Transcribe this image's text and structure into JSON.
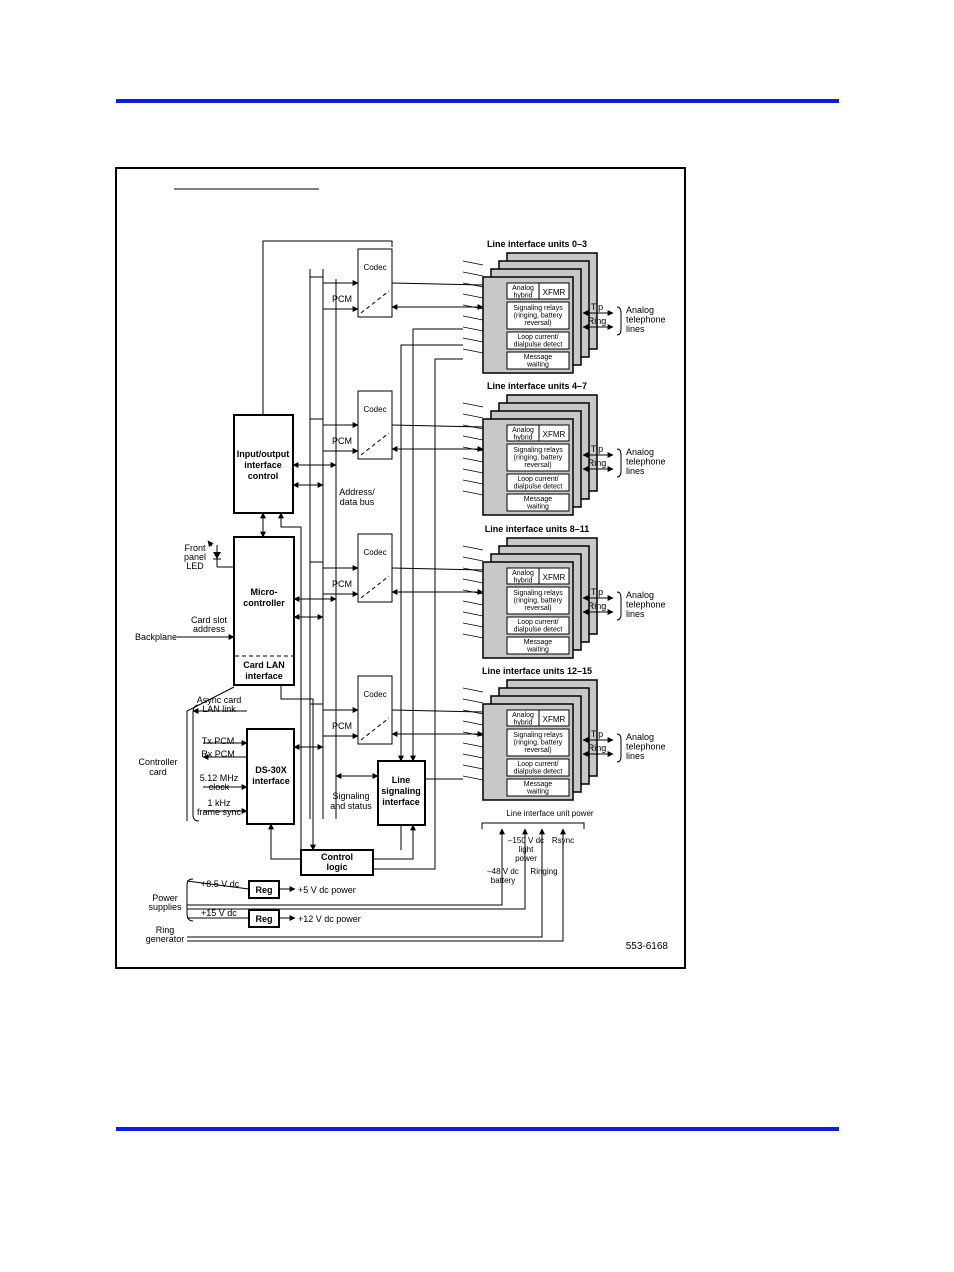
{
  "colors": {
    "rule": "#0a1ee6",
    "lineunit_shade": "#c8c8c8"
  },
  "diagram": {
    "figure_id": "553-6168",
    "line_units": {
      "groups": [
        "Line interface units 0–3",
        "Line interface units 4–7",
        "Line interface units 8–11",
        "Line interface units 12–15"
      ],
      "codec": "Codec",
      "pcm": "PCM",
      "analog": [
        "Analog",
        "hybrid"
      ],
      "xfmr": "XFMR",
      "relays": [
        "Signaling relays",
        "(ringing, battery",
        "reversal)"
      ],
      "loop": [
        "Loop current/",
        "dialpulse detect"
      ],
      "message": [
        "Message",
        "waiting"
      ],
      "tip": "Tip",
      "ring": "Ring",
      "analog_lines": [
        "Analog",
        "telephone",
        "lines"
      ]
    },
    "io_control": [
      "Input/output",
      "interface",
      "control"
    ],
    "address_bus": [
      "Address/",
      "data bus"
    ],
    "front_led": [
      "Front",
      "panel",
      "LED"
    ],
    "micro": [
      "Micro-",
      "controller"
    ],
    "card_lan": [
      "Card LAN",
      "interface"
    ],
    "card_slot": [
      "Card slot",
      "address"
    ],
    "backplane": "Backplane",
    "async_link": [
      "Async card",
      "LAN link"
    ],
    "controller_card": [
      "Controller",
      "card"
    ],
    "ds30x": [
      "DS-30X",
      "interface"
    ],
    "tx_pcm": "Tx PCM",
    "rx_pcm": "Rx PCM",
    "clock": [
      "5.12 MHz",
      "clock"
    ],
    "frame_sync": [
      "1 kHz",
      "frame sync"
    ],
    "signaling_status": [
      "Signaling",
      "and status"
    ],
    "line_signaling": [
      "Line",
      "signaling",
      "interface"
    ],
    "control_logic": [
      "Control",
      "logic"
    ],
    "liu_power": "Line interface unit power",
    "v150": [
      "–150 V dc",
      "light",
      "power"
    ],
    "rsync": "Rsync",
    "v48": [
      "–48 V dc",
      "battery"
    ],
    "ringing": "Ringing",
    "power_supplies": [
      "Power",
      "supplies"
    ],
    "ring_generator": [
      "Ring",
      "generator"
    ],
    "reg": "Reg",
    "v85": "+8.5 V dc",
    "v5out": "+5 V dc power",
    "v15": "+15 V dc",
    "v12out": "+12 V dc power"
  }
}
